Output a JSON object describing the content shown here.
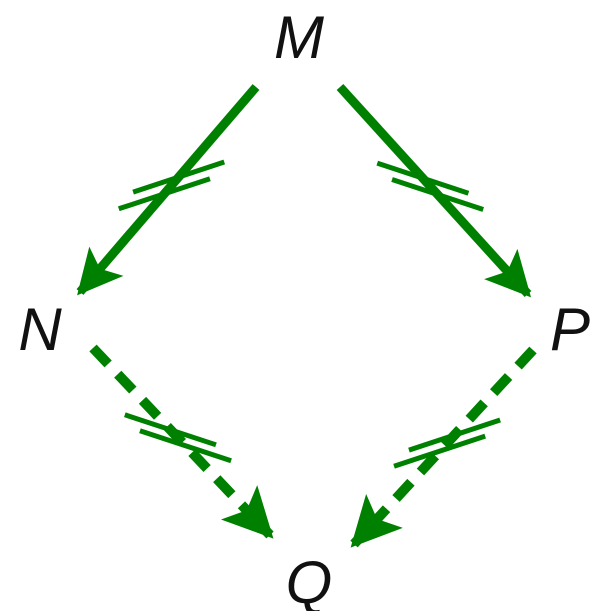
{
  "diagram": {
    "colors": {
      "edge": "#008000",
      "label": "#111111",
      "background": "#ffffff"
    },
    "nodes": [
      {
        "id": "M",
        "label": "M"
      },
      {
        "id": "N",
        "label": "N"
      },
      {
        "id": "P",
        "label": "P"
      },
      {
        "id": "Q",
        "label": "Q"
      }
    ],
    "edges": [
      {
        "from": "M",
        "to": "N",
        "style": "solid",
        "arrow": true,
        "slashes": 2
      },
      {
        "from": "M",
        "to": "P",
        "style": "solid",
        "arrow": true,
        "slashes": 2
      },
      {
        "from": "N",
        "to": "Q",
        "style": "dashed",
        "arrow": true,
        "slashes": 2
      },
      {
        "from": "P",
        "to": "Q",
        "style": "dashed",
        "arrow": true,
        "slashes": 2
      }
    ]
  }
}
